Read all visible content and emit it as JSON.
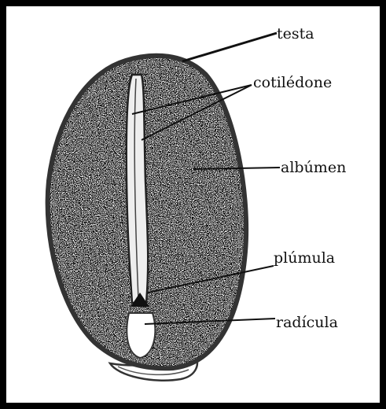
{
  "labels": {
    "testa": "testa",
    "cotiledone": "cotilédone",
    "albumen": "albúmen",
    "plumula": "plúmula",
    "radicula": "radícula"
  },
  "colors": {
    "background": "#ffffff",
    "border": "#000000",
    "outline": "#333333",
    "speckle": "#555555"
  }
}
